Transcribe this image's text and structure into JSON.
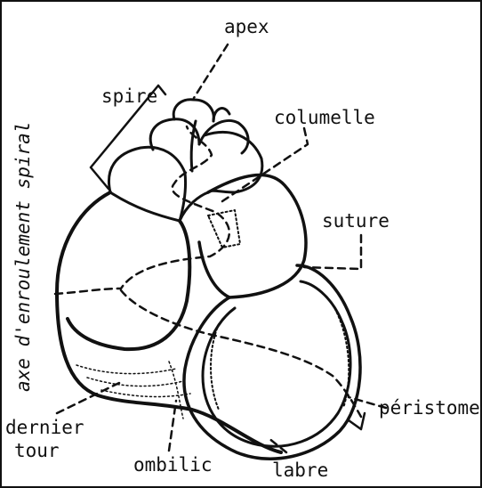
{
  "labels": {
    "apex": "apex",
    "spire": "spire",
    "columelle": "columelle",
    "axe": "axe d'enroulement spiral",
    "suture": "suture",
    "peristome": "péristome",
    "dernier_tour_line1": "dernier",
    "dernier_tour_line2": "tour",
    "ombilic": "ombilic",
    "labre": "labre"
  }
}
